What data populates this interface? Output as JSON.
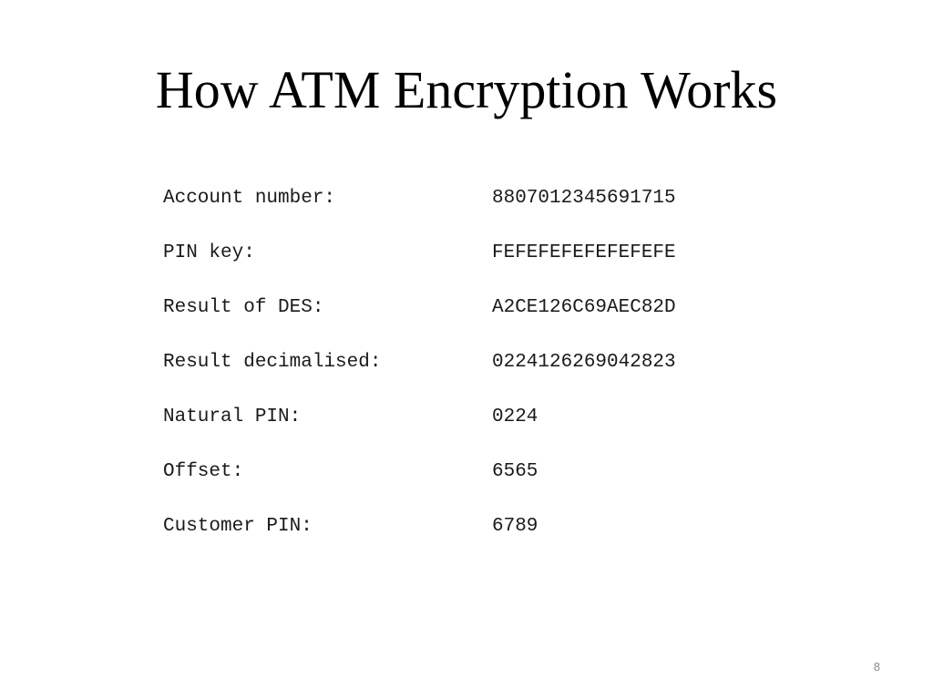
{
  "slide": {
    "title": "How ATM Encryption Works",
    "page_number": "8"
  },
  "rows": [
    {
      "label": "Account number:",
      "value": "8807012345691715"
    },
    {
      "label": "PIN key:",
      "value": "FEFEFEFEFEFEFEFE"
    },
    {
      "label": "Result of DES:",
      "value": "A2CE126C69AEC82D"
    },
    {
      "label": "Result decimalised:",
      "value": "0224126269042823"
    },
    {
      "label": "Natural PIN:",
      "value": "0224"
    },
    {
      "label": "Offset:",
      "value": "6565"
    },
    {
      "label": "Customer PIN:",
      "value": "6789"
    }
  ]
}
